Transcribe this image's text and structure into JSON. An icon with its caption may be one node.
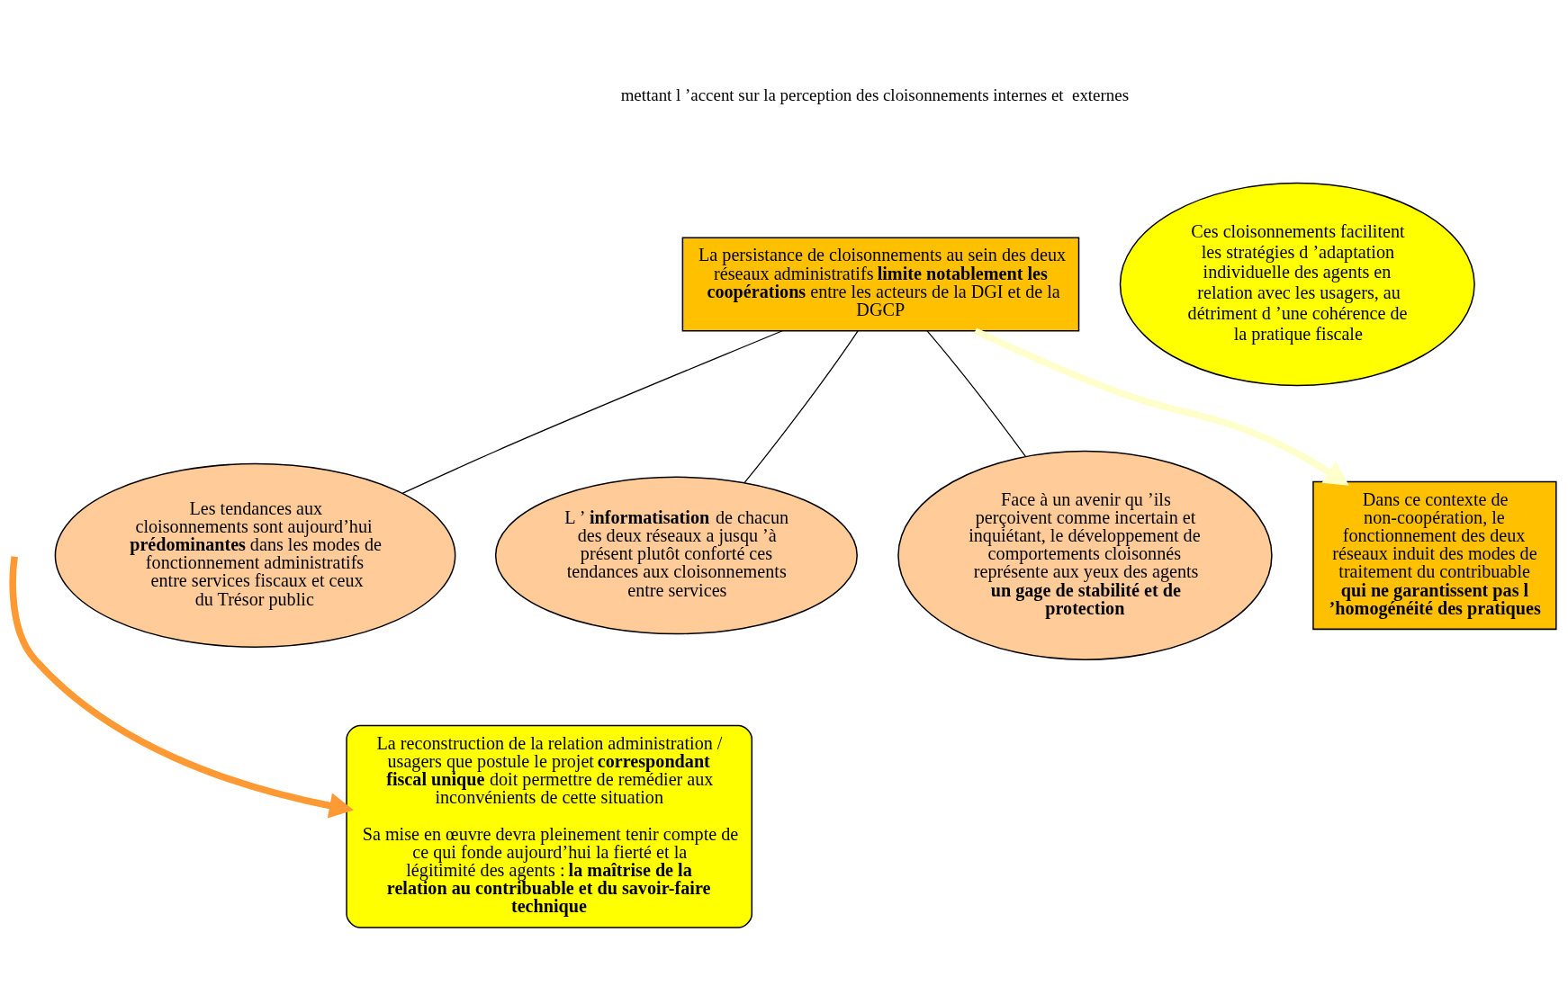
{
  "diagram": {
    "nodes": [
      {
        "text": [
          "La persistance de cloisonnements au sein des deux réseaux administratifs **limite notablement les coopérations** entre les acteurs de la DGI et de la DGCP"
        ]
      },
      {
        "text": [
          "Ces cloisonnements facilitent les stratégies d ’adaptation individuelle des agents en relation avec les usagers, au détriment d ’une cohérence de la pratique fiscale"
        ]
      },
      {
        "text": [
          "Les tendances aux cloisonnements sont aujourd’hui **prédominantes** dans les modes de fonctionnement administratifs entre services fiscaux et ceux du Trésor public"
        ]
      },
      {
        "text": [
          "L ’**informatisation** de chacun des deux réseaux a jusqu ’à présent plutôt conforté ces tendances aux cloisonnements entre services"
        ]
      },
      {
        "text": [
          "Face à un avenir qu ’ils perçoivent comme incertain et inquiétant, le développement de comportements cloisonnés représente aux yeux des agents **un gage de stabilité et de protection**"
        ]
      },
      {
        "text": [
          "Dans ce contexte de non-coopération, le fonctionnement des deux réseaux induit des modes de traitement du contribuable **qui ne garantissent pas l ’homogénéité des pratiques**"
        ]
      },
      {
        "text": [
          "La reconstruction de la relation administration / usagers que postule le projet **correspondant fiscal unique** doit permettre de remédier aux inconvénients de cette situation",
          "Sa mise en œuvre devra pleinement tenir compte de ce qui fonde aujourd’hui la fierté et la légitimité des agents : **la maîtrise de la relation au contribuable et du savoir-faire technique**"
        ]
      }
    ],
    "edges": [
      {
        "from": 0,
        "to": 5,
        "arrow": "to",
        "style": "thick",
        "color": "#ffffcc"
      },
      {
        "from": 2,
        "to": 0,
        "arrow": "none"
      },
      {
        "from": 3,
        "to": 0,
        "arrow": "none"
      },
      {
        "from": 4,
        "to": 0,
        "arrow": "none"
      },
      {
        "from": null,
        "to": 6,
        "arrow": "to",
        "style": "thick",
        "color": "#ff9933"
      }
    ],
    "labels": [
      "mettant l ’accent sur la perception des cloisonnements internes et  externes"
    ]
  }
}
